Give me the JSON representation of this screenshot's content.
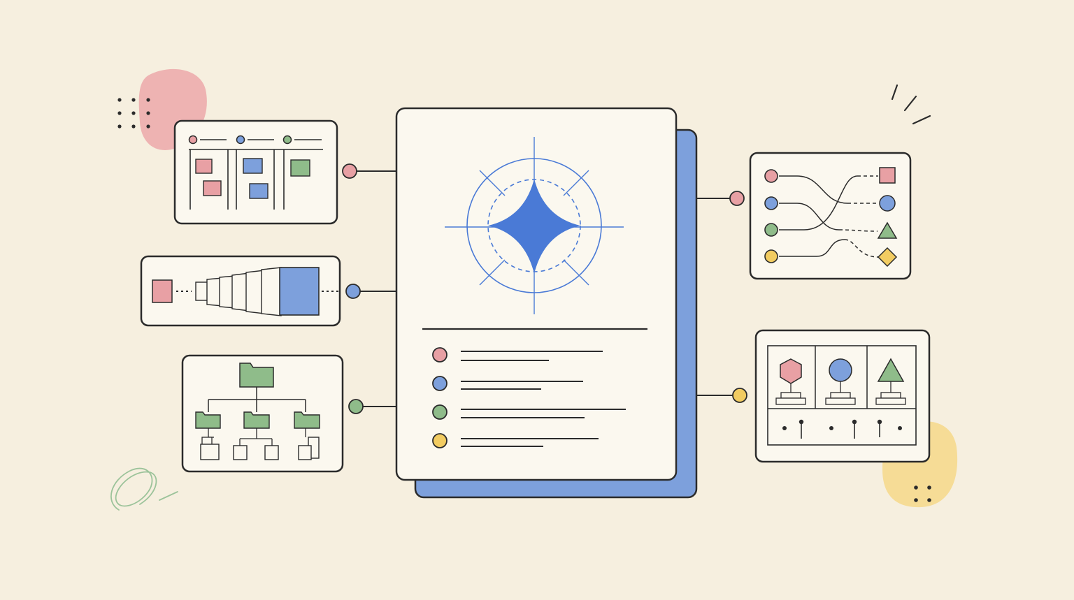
{
  "palette": {
    "background": "#f6efdf",
    "paper": "#fbf8ef",
    "ink": "#2b2b2b",
    "pink": "#e8a0a4",
    "blue": "#7da0dc",
    "blue_dark": "#4a7ad6",
    "green": "#8fbc8a",
    "yellow": "#f2cc61",
    "blob_pink": "#eeb3b2",
    "blob_yellow": "#f6dc96",
    "scribble_green": "#9cc39a"
  },
  "central_document": {
    "icon": "sparkle-compass-icon",
    "list_bullets": [
      "pink",
      "blue",
      "green",
      "yellow"
    ]
  },
  "satellites": [
    {
      "name": "kanban-board-card",
      "icon": "kanban-columns-icon",
      "connector": "pink"
    },
    {
      "name": "scaling-sequence-card",
      "icon": "expanding-frames-icon",
      "connector": "blue"
    },
    {
      "name": "folder-tree-card",
      "icon": "folder-hierarchy-icon",
      "connector": "green"
    },
    {
      "name": "shape-mapping-card",
      "icon": "crossing-lines-mapping-icon",
      "connector": "pink"
    },
    {
      "name": "shape-components-card",
      "icon": "shape-stack-panel-icon",
      "connector": "yellow"
    }
  ]
}
